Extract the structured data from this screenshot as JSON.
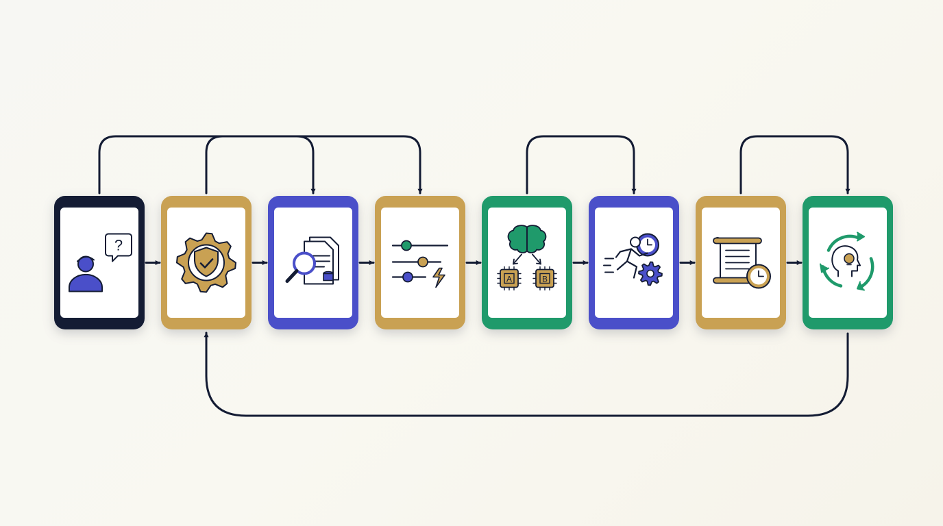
{
  "colors": {
    "navy": "#141c34",
    "gold": "#c9a153",
    "indigo": "#4a4fc9",
    "green": "#1f9a6b",
    "connector": "#131b33",
    "inner": "#ffffff"
  },
  "nodes": [
    {
      "id": "user-query",
      "icon": "user-question-icon",
      "color": "#141c34"
    },
    {
      "id": "security-check",
      "icon": "shield-gear-icon",
      "color": "#c9a153"
    },
    {
      "id": "document-search",
      "icon": "document-search-icon",
      "color": "#4a4fc9"
    },
    {
      "id": "parameter-tuning",
      "icon": "sliders-bolt-icon",
      "color": "#c9a153"
    },
    {
      "id": "model-routing",
      "icon": "brain-chips-icon",
      "color": "#1f9a6b"
    },
    {
      "id": "fast-execution",
      "icon": "runner-clock-gear-icon",
      "color": "#4a4fc9"
    },
    {
      "id": "log-history",
      "icon": "scroll-clock-icon",
      "color": "#c9a153"
    },
    {
      "id": "learning-loop",
      "icon": "head-lightbulb-cycle-icon",
      "color": "#1f9a6b"
    }
  ],
  "chip_labels": [
    "A",
    "B"
  ],
  "edges": [
    {
      "from": 0,
      "to": 1,
      "type": "sequential"
    },
    {
      "from": 1,
      "to": 2,
      "type": "sequential"
    },
    {
      "from": 2,
      "to": 3,
      "type": "sequential"
    },
    {
      "from": 3,
      "to": 4,
      "type": "sequential"
    },
    {
      "from": 4,
      "to": 5,
      "type": "sequential"
    },
    {
      "from": 5,
      "to": 6,
      "type": "sequential"
    },
    {
      "from": 6,
      "to": 7,
      "type": "sequential"
    },
    {
      "from": 0,
      "to": 3,
      "type": "skip"
    },
    {
      "from": 1,
      "to": 2,
      "type": "skip"
    },
    {
      "from": 4,
      "to": 5,
      "type": "skip"
    },
    {
      "from": 6,
      "to": 7,
      "type": "skip"
    },
    {
      "from": 7,
      "to": 1,
      "type": "feedback"
    }
  ]
}
